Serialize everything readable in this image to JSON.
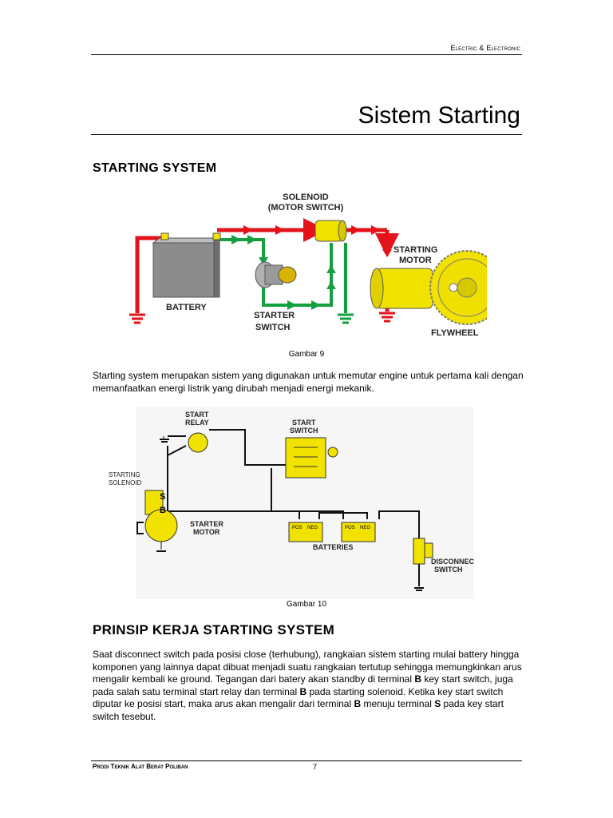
{
  "header": {
    "label": "Electric & Electronic",
    "title": "Sistem Starting"
  },
  "section1": {
    "heading": "STARTING SYSTEM",
    "figure1": {
      "labels": {
        "solenoid": "SOLENOID",
        "motor_switch": "(MOTOR SWITCH)",
        "starting": "STARTING",
        "motor": "MOTOR",
        "battery": "BATTERY",
        "starter": "STARTER",
        "switch": "SWITCH",
        "flywheel": "FLYWHEEL"
      },
      "caption": "Gambar 9"
    },
    "paragraph": "Starting system merupakan sistem yang digunakan untuk memutar engine untuk pertama kali dengan memanfaatkan energi listrik yang dirubah menjadi energi mekanik."
  },
  "figure2": {
    "labels": {
      "start": "START",
      "relay": "RELAY",
      "switch": "SWITCH",
      "starting": "STARTING",
      "solenoid": "SOLENOID",
      "s": "S",
      "b": "B",
      "starter": "STARTER",
      "motor": "MOTOR",
      "pos": "POS",
      "neg": "NEG",
      "batteries": "BATTERIES",
      "disconnect": "DISCONNECT"
    },
    "caption": "Gambar 10"
  },
  "section2": {
    "heading": "PRINSIP KERJA STARTING SYSTEM",
    "paragraph": {
      "t1": "Saat disconnect switch pada posisi close (terhubung), rangkaian sistem starting mulai battery hingga komponen yang lainnya dapat dibuat menjadi suatu rangkaian tertutup sehingga memungkinkan arus mengalir kembali ke ground. Tegangan dari batery akan standby di terminal ",
      "b1": "B",
      "t2": " key start switch, juga pada salah satu terminal start relay dan terminal ",
      "b2": "B",
      "t3": " pada starting solenoid. Ketika key start switch diputar ke posisi start, maka arus akan mengalir dari terminal ",
      "b3": "B",
      "t4": " menuju terminal ",
      "b4": "S",
      "t5": " pada key start switch tesebut."
    }
  },
  "footer": {
    "left": "Prodi Teknik Alat Berat Poliban",
    "page": "7"
  },
  "colors": {
    "red": "#e3121b",
    "green": "#14a040",
    "yellow": "#f2e200",
    "gray": "#8c8c8c"
  }
}
